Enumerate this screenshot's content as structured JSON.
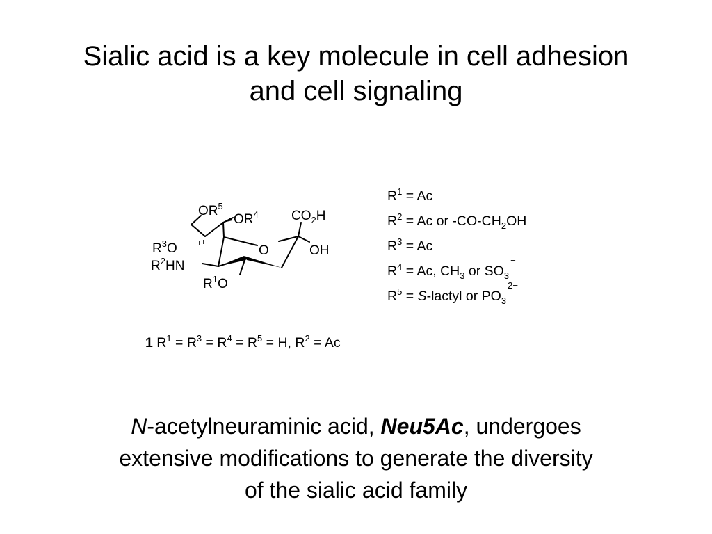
{
  "title": {
    "line1": "Sialic acid is a key molecule in cell adhesion",
    "line2": "and cell signaling"
  },
  "structure": {
    "or5_O": "OR",
    "or5_n": "5",
    "or4_O": "OR",
    "or4_n": "4",
    "co2h_a": "CO",
    "co2h_2": "2",
    "co2h_b": "H",
    "r3o_R": "R",
    "r3o_n": "3",
    "r3o_O": "O",
    "ring_o": "O",
    "oh": "OH",
    "r2hn_R": "R",
    "r2hn_n": "2",
    "r2hn_HN": "HN",
    "r1o_R": "R",
    "r1o_n": "1",
    "r1o_O": "O"
  },
  "rgroups": [
    {
      "r": "R",
      "n": "1",
      "eq": " = ",
      "value": "Ac"
    },
    {
      "r": "R",
      "n": "2",
      "eq": " = ",
      "value_a": "Ac or -CO-CH",
      "sub": "2",
      "value_b": "OH"
    },
    {
      "r": "R",
      "n": "3",
      "eq": " = ",
      "value": "Ac"
    },
    {
      "r": "R",
      "n": "4",
      "eq": " = ",
      "value_a": "Ac, CH",
      "sub1": "3",
      "value_b": " or SO",
      "sub2": "3",
      "charge": "−"
    },
    {
      "r": "R",
      "n": "5",
      "eq": " = ",
      "italic": "S",
      "value_a": "-lactyl or PO",
      "sub": "3",
      "charge": "2−"
    }
  ],
  "compound": {
    "number": "1",
    "text_1": " R",
    "s1": "1",
    "text_2": " = R",
    "s3": "3",
    "text_3": " = R",
    "s4": "4",
    "text_4": " = R",
    "s5": "5",
    "text_5": " = H, R",
    "s2": "2",
    "text_6": " = Ac"
  },
  "caption": {
    "n_italic": "N",
    "part1": "-acetylneuraminic acid, ",
    "bold_italic": "Neu5Ac",
    "part2": ", undergoes",
    "line2": "extensive modifications to generate the diversity",
    "line3": "of the sialic acid family"
  }
}
